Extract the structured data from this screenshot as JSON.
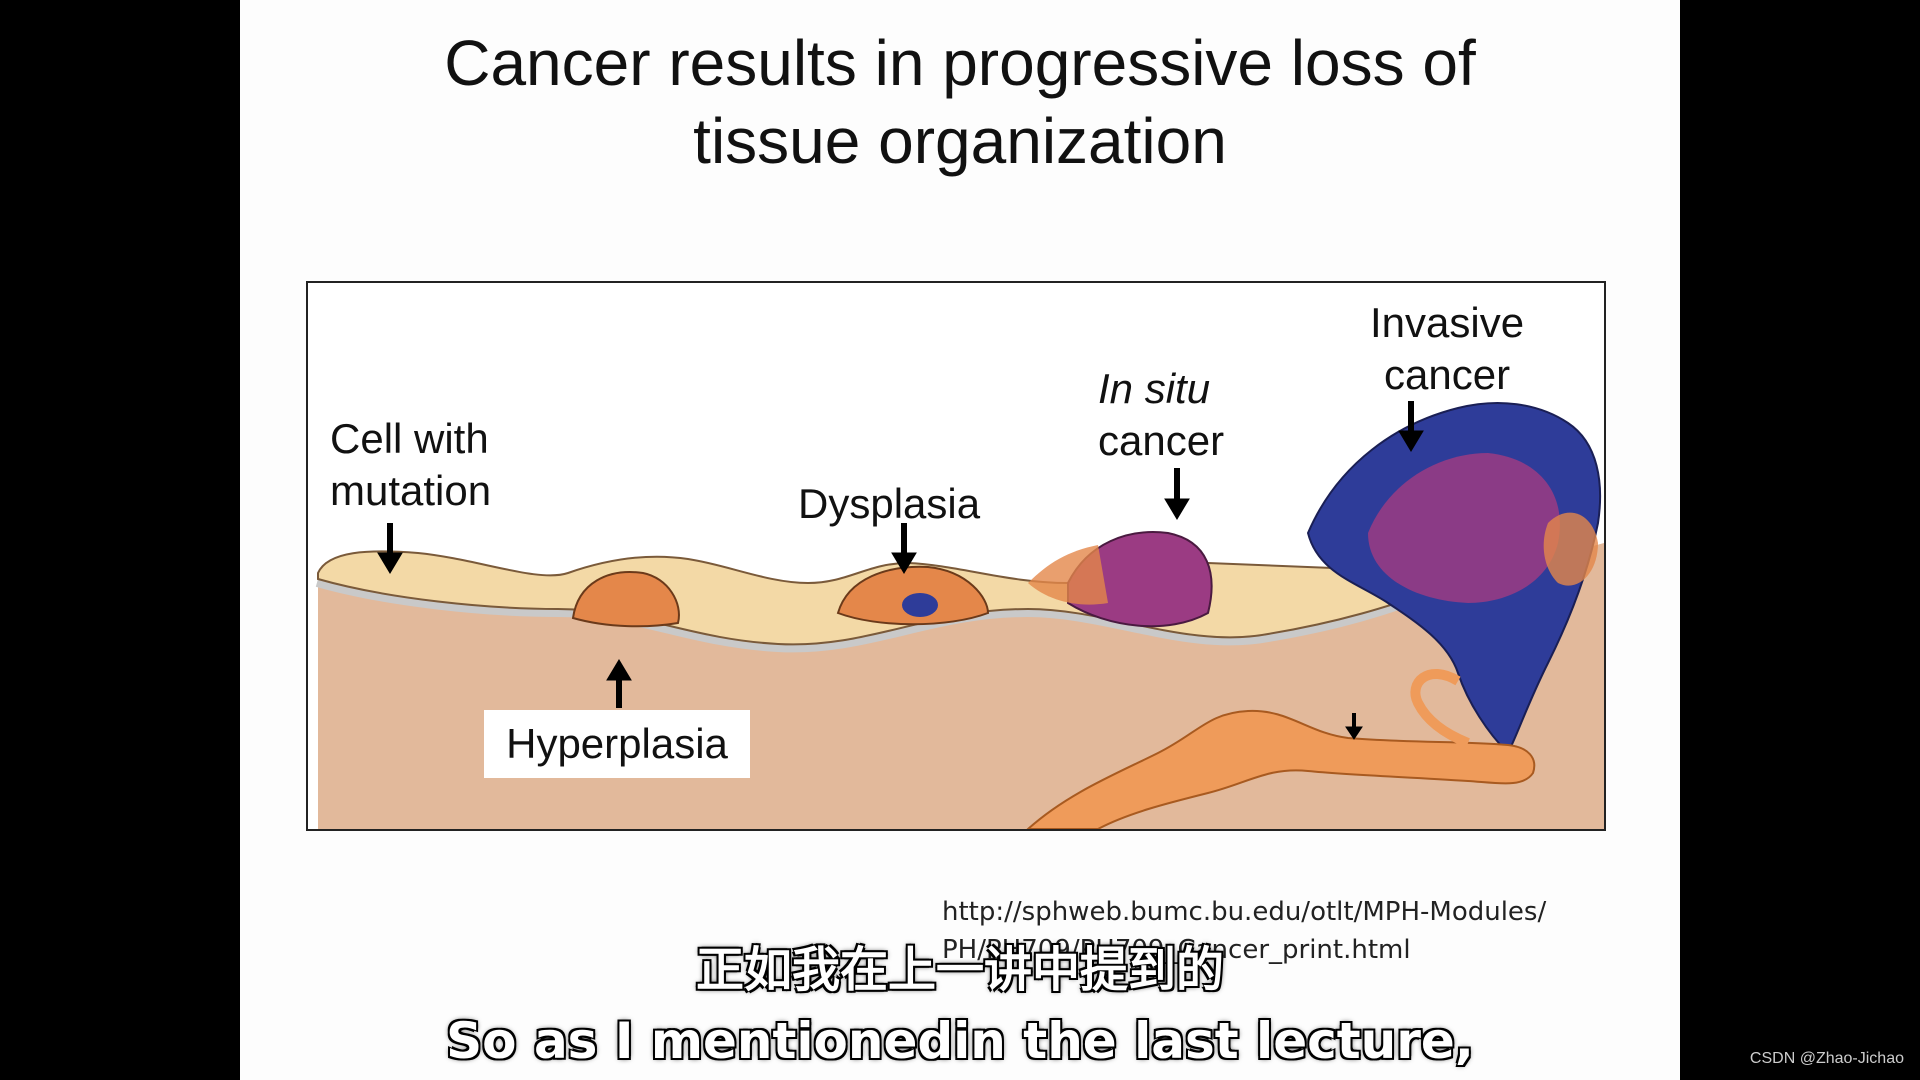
{
  "slide": {
    "title_line1": "Cancer results in progressive loss of",
    "title_line2": "tissue organization",
    "labels": {
      "cell_with_mutation_1": "Cell with",
      "cell_with_mutation_2": "mutation",
      "dysplasia": "Dysplasia",
      "in_situ": "In situ",
      "in_situ_cancer": "cancer",
      "invasive_1": "Invasive",
      "invasive_2": "cancer",
      "hyperplasia": "Hyperplasia"
    },
    "source_line1": "http://sphweb.bumc.bu.edu/otlt/MPH-Modules/",
    "source_line2": "PH/PH709/PH709_Cancer_print.html"
  },
  "subtitles": {
    "chinese": "正如我在上一讲中提到的",
    "english": "So as I mentionedin the last lecture,"
  },
  "watermark": "CSDN @Zhao-Jichao",
  "colors": {
    "stroma": "#e2b99b",
    "basement": "#c9c9c9",
    "normal_cells": "#f3d9a6",
    "hyper_cells": "#e4874a",
    "cancer_purple": "#9b3b83",
    "invasive_blue": "#2e3c99",
    "vessel": "#ef9b5a"
  }
}
